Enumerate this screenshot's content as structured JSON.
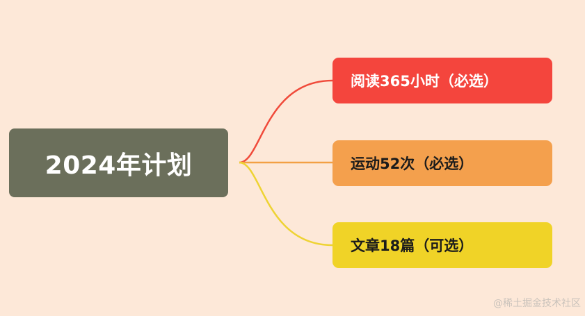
{
  "mindmap": {
    "root": {
      "label": "2024年计划",
      "color": "#6b6f5b"
    },
    "branches": [
      {
        "label": "阅读365小时（必选）",
        "color": "#f4453d",
        "line_color": "#f04a3a"
      },
      {
        "label": "运动52次（必选）",
        "color": "#f4a04d",
        "line_color": "#f3a044"
      },
      {
        "label": "文章18篇（可选）",
        "color": "#f0d327",
        "line_color": "#eed334"
      }
    ]
  },
  "background_color": "#fde8d8",
  "watermark": "@稀土掘金技术社区"
}
